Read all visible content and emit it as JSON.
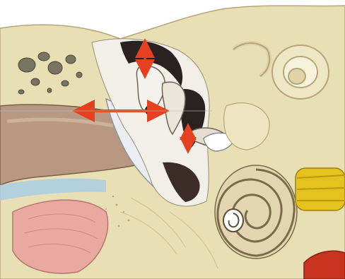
{
  "figure": {
    "palette": {
      "background": "#ffffff",
      "bone": "#e9dfb4",
      "bone_shadow": "#c9b98a",
      "canal_skin": "#b89880",
      "cavity_dark": "#2a2220",
      "middle_ear_space": "#f2efe8",
      "cochlea_line": "#7a6a4a",
      "nerve_yellow": "#e6c21e",
      "muscle_pink": "#e7a9a0",
      "blood_red": "#c8341f",
      "arrow_red": "#e5401f",
      "membrane": "#eaeef2",
      "sky_blue": "#a9cfe3"
    },
    "arrows": [
      {
        "name": "double-arrow-horizontal",
        "direction": "horizontal"
      },
      {
        "name": "double-arrow-vertical-upper",
        "direction": "vertical"
      },
      {
        "name": "double-arrow-vertical-lower",
        "direction": "vertical"
      }
    ]
  }
}
